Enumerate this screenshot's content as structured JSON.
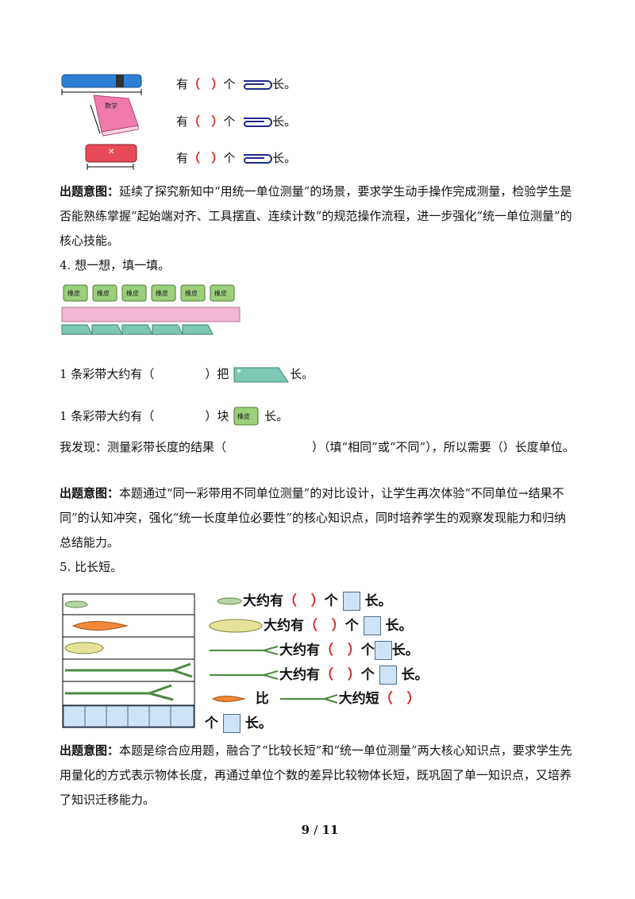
{
  "section3": {
    "rows": [
      {
        "prefix": "有",
        "lp": "（",
        "rp": "）",
        "unit": "个",
        "suffix": "长。"
      },
      {
        "prefix": "有",
        "lp": "（",
        "rp": "）",
        "unit": "个",
        "suffix": "长。"
      },
      {
        "prefix": "有",
        "lp": "（",
        "rp": "）",
        "unit": "个",
        "suffix": "长。"
      }
    ],
    "book_label": "数学",
    "intent_label": "出题意图：",
    "intent_text": "延续了探究新知中“用统一单位测量”的场景，要求学生动手操作完成测量，检验学生是否能熟练掌握“起始端对齐、工具摆直、连续计数”的规范操作流程，进一步强化“统一单位测量”的核心技能。"
  },
  "section4": {
    "title": "4. 想一想，填一填。",
    "eraser_label": "橡皮",
    "line1": {
      "pre": "1 条彩带大约有（",
      "post": "）把",
      "suffix": "长。"
    },
    "line2": {
      "pre": "1 条彩带大约有（",
      "post": "）块",
      "suffix": "长。"
    },
    "discover_a": "我发现：测量彩带长度的结果（",
    "discover_b": "）（填“相同”或“不同”），所以需要（",
    "discover_c": "）长度单位。",
    "intent_label": "出题意图：",
    "intent_text": "本题通过“同一彩带用不同单位测量”的对比设计，让学生再次体验“不同单位→结果不同”的认知冲突，强化“统一长度单位必要性”的核心知识点，同时培养学生的观察发现能力和归纳总结能力。"
  },
  "section5": {
    "title": "5. 比长短。",
    "row_text": "大约有",
    "lp": "（",
    "rp": "）",
    "unit": "个",
    "suffix": "长。",
    "compare_bi": "比",
    "compare_short": "大约短",
    "compare_tail_unit": "个",
    "compare_tail_suffix": "长。",
    "intent_label": "出题意图：",
    "intent_text": "本题是综合应用题，融合了“比较长短”和“统一单位测量”两大核心知识点，要求学生先用量化的方式表示物体长度，再通过单位个数的差异比较物体长短，既巩固了单一知识点，又培养了知识迁移能力。"
  },
  "footer": {
    "page": "9",
    "sep": "/",
    "total": "11"
  }
}
